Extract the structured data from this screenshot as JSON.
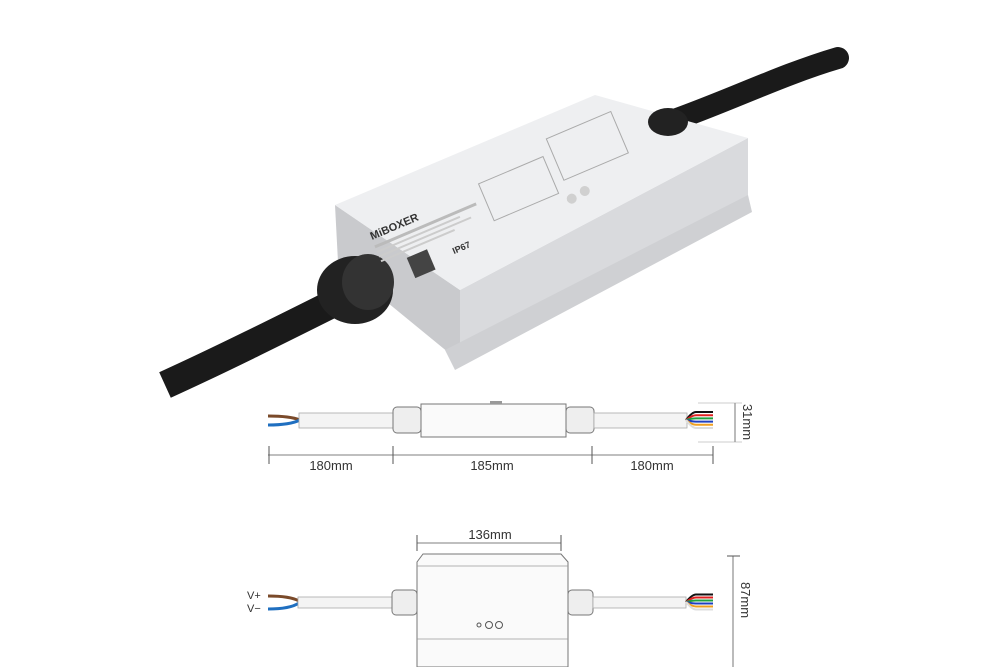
{
  "product_photo": {
    "brand_logo": "MiBOXER",
    "rating_label": "IP67"
  },
  "side_view": {
    "dimensions": {
      "input_cable": "180mm",
      "body_length": "185mm",
      "output_cable": "180mm",
      "height": "31mm"
    }
  },
  "top_view": {
    "dimensions": {
      "body_width": "136mm",
      "body_depth": "87mm"
    },
    "wire_labels": {
      "positive": "V+",
      "negative": "V−"
    }
  },
  "colors": {
    "cable": "#1a1a1a",
    "housing": "#e9eaec",
    "wire_brown": "#7a4a2a",
    "wire_blue": "#1f6fc0",
    "output_wires": [
      "#111111",
      "#e02020",
      "#20a040",
      "#2040c0",
      "#f0a020",
      "#dddddd"
    ]
  }
}
